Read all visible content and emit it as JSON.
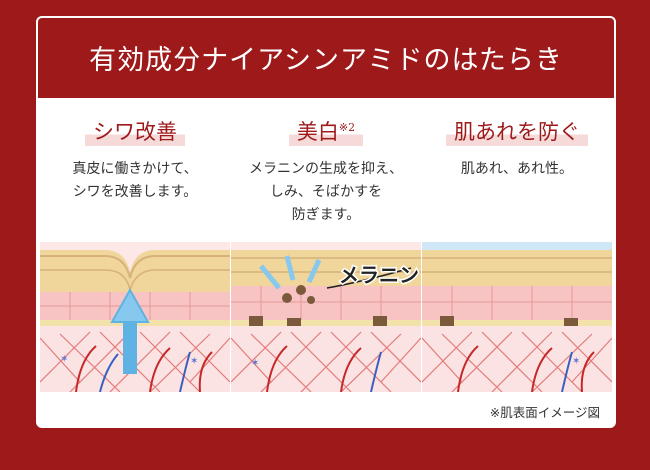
{
  "title": "有効成分ナイアシンアミドのはたらき",
  "features": [
    {
      "title": "シワ改善",
      "sup": "",
      "desc": "真皮に働きかけて、\nシワを改善します。"
    },
    {
      "title": "美白",
      "sup": "※2",
      "desc": "メラニンの生成を抑え、\nしみ、そばかすを\n防ぎます。"
    },
    {
      "title": "肌あれを防ぐ",
      "sup": "",
      "desc": "肌あれ、あれ性。"
    }
  ],
  "melanin_label": "メラニン",
  "note": "※肌表面イメージ図",
  "colors": {
    "brand": "#9e1a1a",
    "arrow": "#86c8ee",
    "melanin": "#7a5a3a",
    "skin": "#f5c9c9"
  }
}
